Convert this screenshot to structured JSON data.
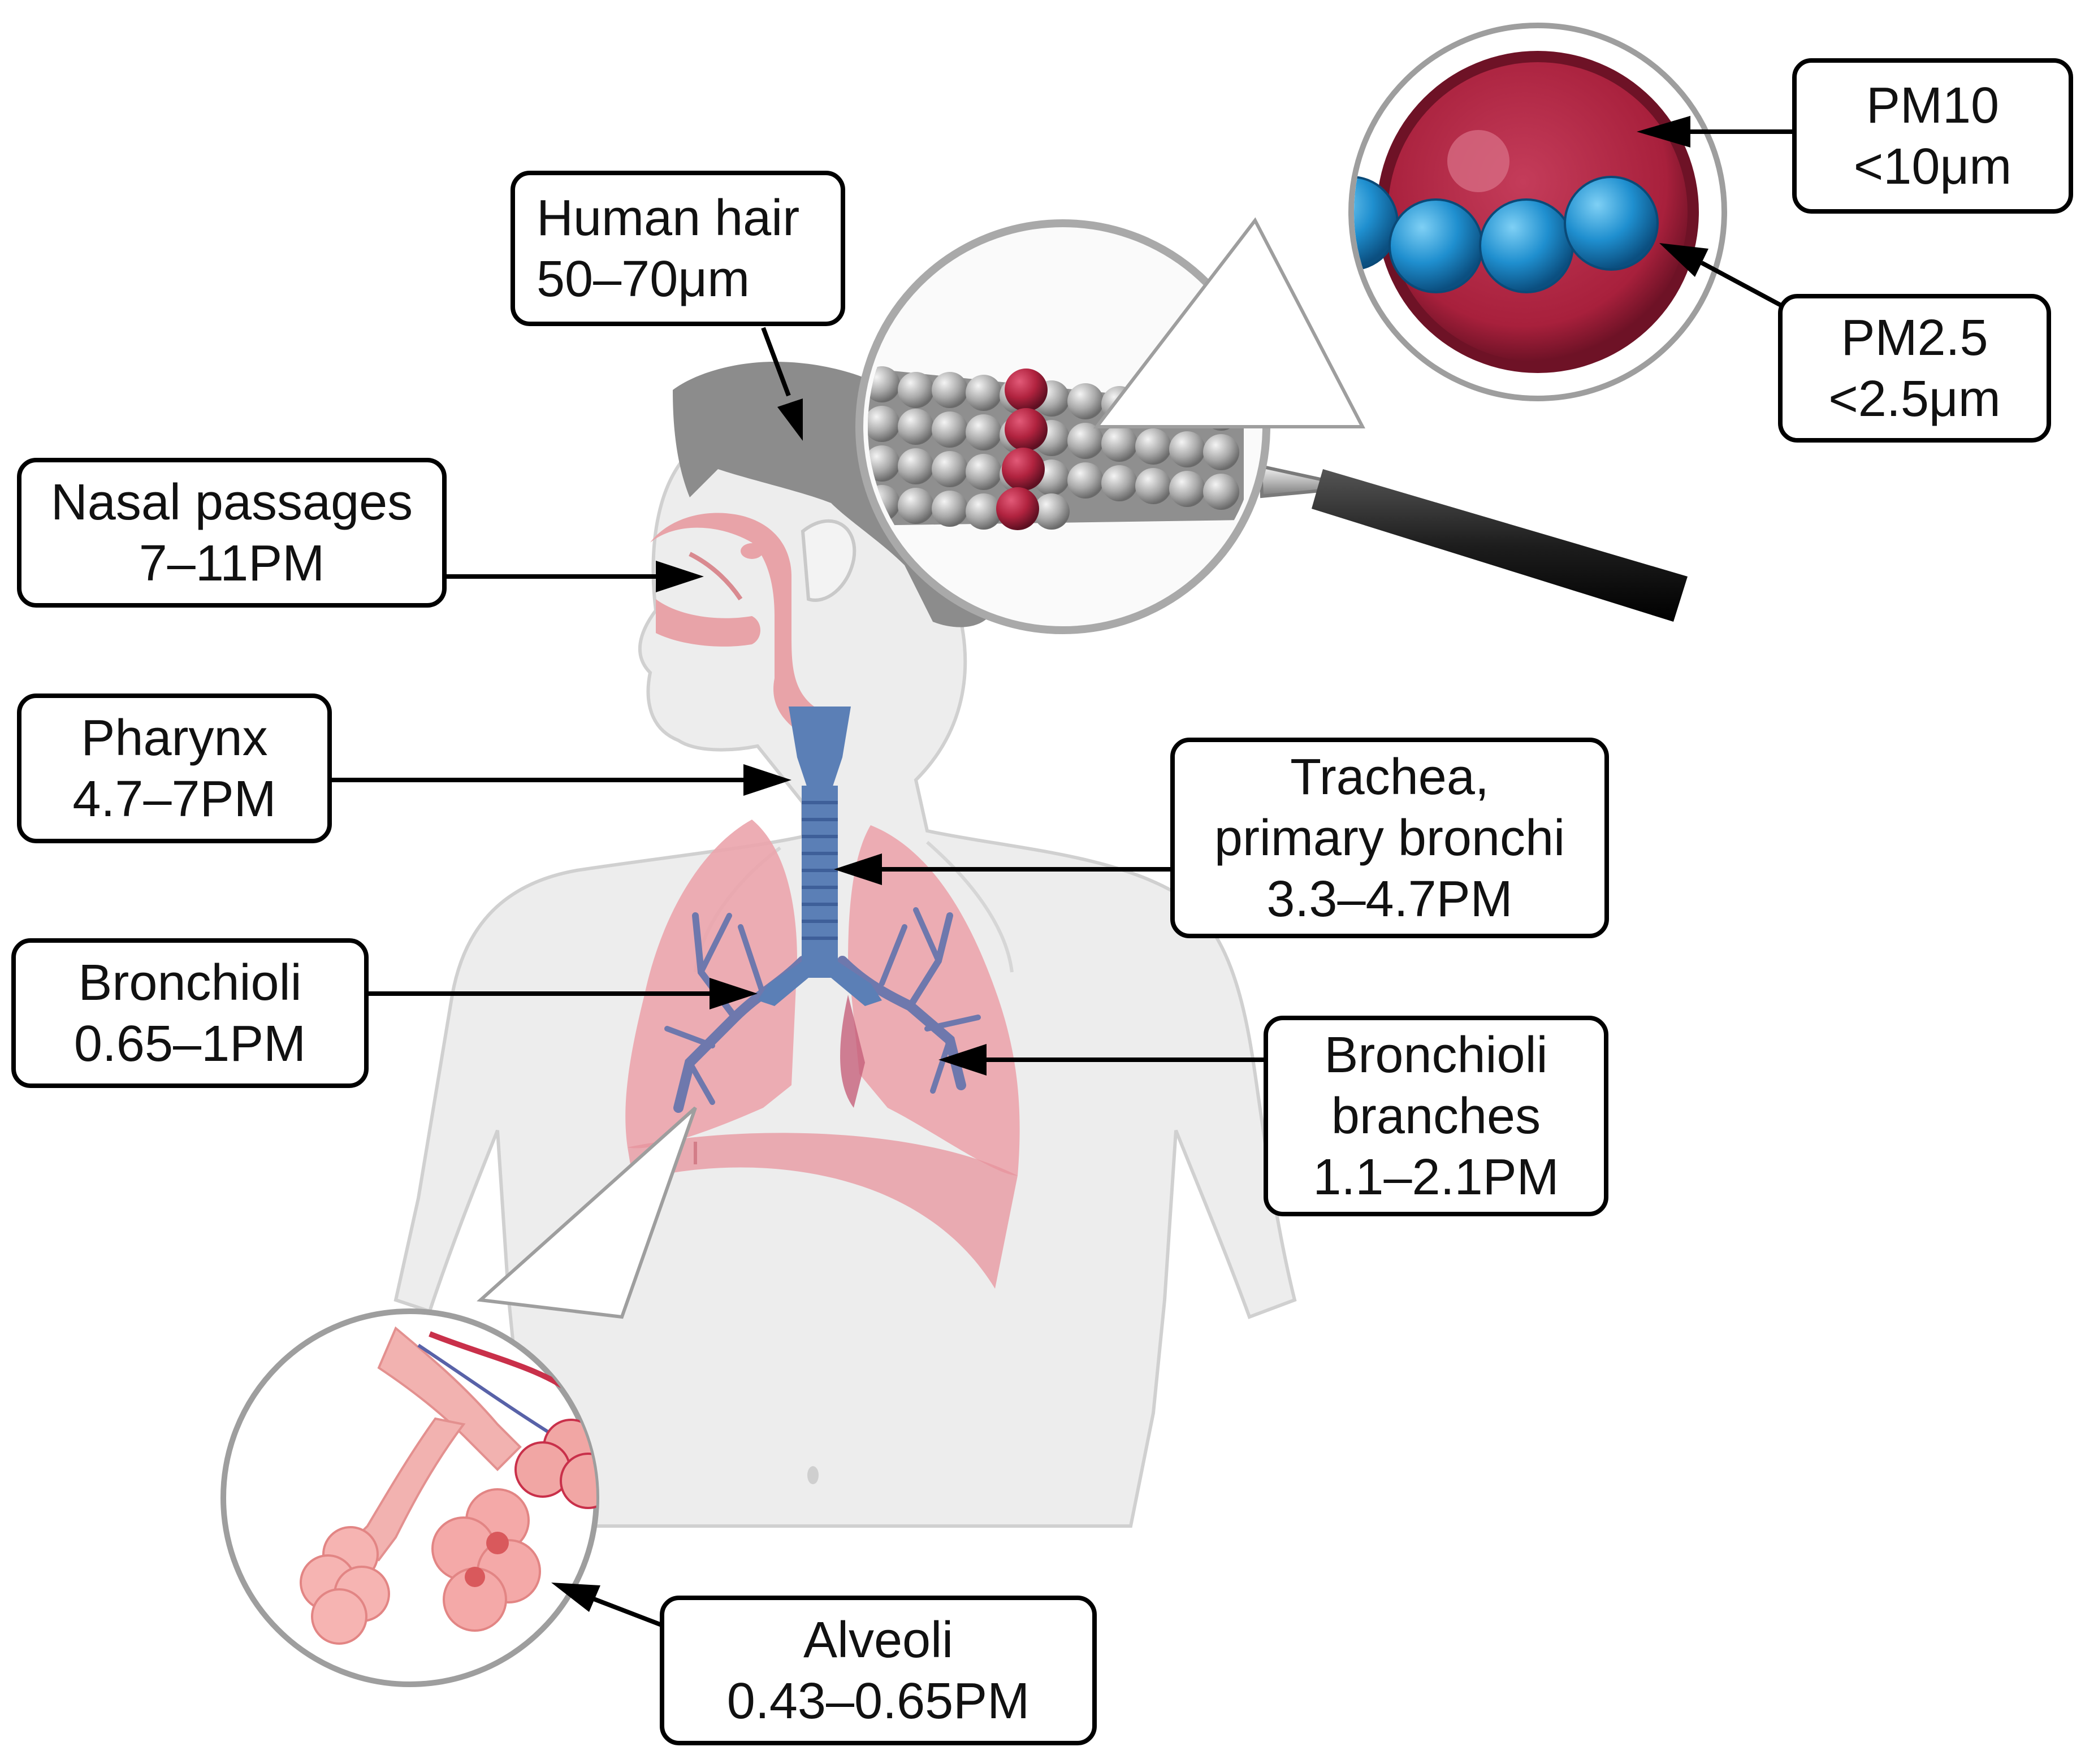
{
  "labels": {
    "human_hair": {
      "line1": "Human hair",
      "line2": "50–70μm"
    },
    "pm10": {
      "line1": "PM10",
      "line2": "<10μm"
    },
    "pm25": {
      "line1": "PM2.5",
      "line2": "<2.5μm"
    },
    "nasal": {
      "line1": "Nasal passages",
      "line2": "7–11PM"
    },
    "pharynx": {
      "line1": "Pharynx",
      "line2": "4.7–7PM"
    },
    "trachea": {
      "line1": "Trachea,",
      "line2": "primary bronchi",
      "line3": "3.3–4.7PM"
    },
    "bronchioli": {
      "line1": "Bronchioli",
      "line2": "0.65–1PM"
    },
    "bronchioli_branches": {
      "line1": "Bronchioli",
      "line2": "branches",
      "line3": "1.1–2.1PM"
    },
    "alveoli": {
      "line1": "Alveoli",
      "line2": "0.43–0.65PM"
    }
  },
  "colors": {
    "body": "#e8e8e8",
    "hair": "#8c8c8c",
    "airway_pink": "#e8a3a8",
    "lung": "#eba4ac",
    "trachea_blue": "#5b7fb6",
    "pm10_red": "#b1233f",
    "pm25_blue": "#1f8fcf",
    "hair_strand_gray": "#9a9a9a",
    "outline": "#000000"
  }
}
